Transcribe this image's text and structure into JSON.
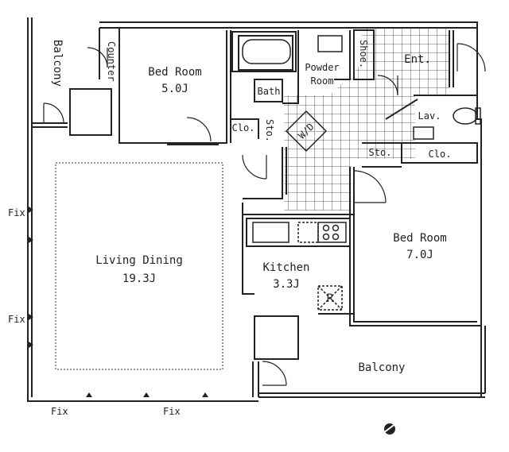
{
  "rooms": {
    "balcony_top": "Balcony",
    "counter": "Counter",
    "bedroom_1_name": "Bed Room",
    "bedroom_1_size": "5.0J",
    "bath": "Bath",
    "powder_1": "Powder",
    "powder_2": "Room",
    "shoe": "Shoe.",
    "entrance": "Ent.",
    "lav": "Lav.",
    "clo_1": "Clo.",
    "sto_1": "Sto.",
    "wd": "W/D",
    "sto_2": "Sto.",
    "clo_2": "Clo.",
    "bedroom_2_name": "Bed Room",
    "bedroom_2_size": "7.0J",
    "living_name": "Living Dining",
    "living_size": "19.3J",
    "kitchen_name": "Kitchen",
    "kitchen_size": "3.3J",
    "fridge": "R",
    "balcony_bottom": "Balcony"
  },
  "fix": {
    "left_1": "Fix",
    "left_2": "Fix",
    "bottom_1": "Fix",
    "bottom_2": "Fix"
  },
  "colors": {
    "wall": "#222222",
    "tile": "#222222"
  }
}
